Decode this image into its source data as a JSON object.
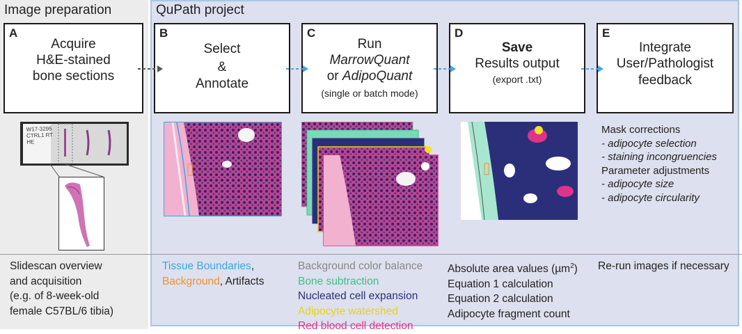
{
  "sections": {
    "image_prep_title": "Image preparation",
    "qupath_title": "QuPath project"
  },
  "steps": {
    "A": {
      "letter": "A",
      "line1": "Acquire",
      "line2": "H&E-stained",
      "line3": "bone sections"
    },
    "B": {
      "letter": "B",
      "line1": "Select",
      "line2": "&",
      "line3": "Annotate"
    },
    "C": {
      "letter": "C",
      "line1": "Run",
      "line2": "MarrowQuant",
      "line3_prefix": "or ",
      "line3_italic": "AdipoQuant",
      "line4": "(single or batch mode)"
    },
    "D": {
      "letter": "D",
      "line1": "Save",
      "line2": "Results output",
      "line3": "(export .txt)"
    },
    "E": {
      "letter": "E",
      "line1": "Integrate",
      "line2": "User/Pathologist",
      "line3": "feedback"
    }
  },
  "slide_labels": {
    "l1": "W17-3295",
    "l2": "CTRL1 RT",
    "l3": "HE"
  },
  "mask_corrections": {
    "heading1": "Mask corrections",
    "item1": "- adipocyte selection",
    "item2": "- staining incongruencies",
    "heading2": "Parameter adjustments",
    "item3": "- adipocyte size",
    "item4": "- adipocyte circularity"
  },
  "bottom": {
    "col1": [
      "Slidescan overview",
      "and acquisition",
      "(e.g. of 8-week-old",
      "female C57BL/6 tibia)"
    ],
    "col2": {
      "tissue": "Tissue Boundaries",
      "comma1": ",",
      "background": "Background",
      "artifacts": ", Artifacts"
    },
    "col3": [
      {
        "text": "Background color balance",
        "color": "#888888"
      },
      {
        "text": "Bone subtraction",
        "color": "#3fbf8a"
      },
      {
        "text": "Nucleated cell expansion",
        "color": "#2b2f7a"
      },
      {
        "text": "Adipocyte watershed",
        "color": "#e8d21a"
      },
      {
        "text": "Red blood cell detection",
        "color": "#e0338a"
      }
    ],
    "col4": {
      "line1_prefix": "Absolute area values (µm",
      "line1_sup": "2",
      "line1_suffix": ")",
      "line2": "Equation 1 calculation",
      "line3": "Equation 2 calculation",
      "line4": "Adipocyte fragment count"
    },
    "col5": "Re-run images if necessary"
  },
  "colors": {
    "tissue_boundaries": "#3ea6e0",
    "background": "#f0922e",
    "arrow": "#4aa3df",
    "arrow_gray": "#555555"
  }
}
